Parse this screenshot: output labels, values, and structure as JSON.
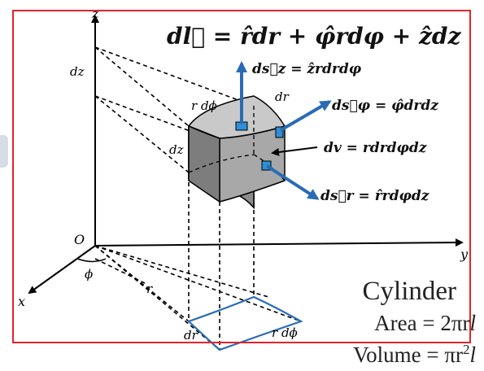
{
  "equation": {
    "main": "dl⃗ = r̂dr + φ̂rdφ + ẑdz",
    "ds_z": "ds⃗z = ẑrdrdφ",
    "ds_phi": "ds⃗φ = φ̂drdz",
    "dv": "dv = rdrdφdz",
    "ds_r": "ds⃗r = r̂rdφdz"
  },
  "axes": {
    "z": "z",
    "y": "y",
    "x": "x",
    "origin": "O"
  },
  "labels": {
    "dz_axis": "dz",
    "rdphi_top": "r dϕ",
    "dr_top": "dr",
    "dz_side": "dz",
    "phi_angle": "ϕ",
    "r_radius": "r",
    "dr_bottom": "dr",
    "rdphi_bottom": "r dϕ"
  },
  "cylinder": {
    "title": "Cylinder",
    "area_label": "Area = 2πr",
    "area_var": "l",
    "volume_label": "Volume = πr",
    "volume_exp": "2",
    "volume_var": "l"
  },
  "colors": {
    "frame": "#e0252b",
    "arrow": "#2a6bb5",
    "patch": "#2d8fd6",
    "volume_fill": "#9a9a9a",
    "bottom_patch": "#2a6bb5"
  }
}
